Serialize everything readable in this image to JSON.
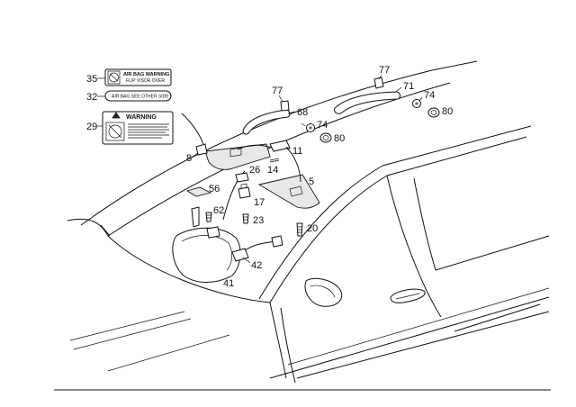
{
  "labels": {
    "l35": "35",
    "l32": "32",
    "l29": "29",
    "l77a": "77",
    "l77b": "77",
    "l68": "68",
    "l71": "71",
    "l74a": "74",
    "l74b": "74",
    "l80a": "80",
    "l80b": "80",
    "l8": "8",
    "l11": "11",
    "l14": "14",
    "l26": "26",
    "l5": "5",
    "l56": "56",
    "l62": "62",
    "l17": "17",
    "l23": "23",
    "l20": "20",
    "l42": "42",
    "l41": "41"
  },
  "sticker35": {
    "line1": "AIR BAG WARNING",
    "line2": "FLIP VISOR OVER"
  },
  "sticker32": {
    "text": "AIR BAG SEE OTHER SIDE"
  },
  "sticker29": {
    "title": "WARNING"
  }
}
